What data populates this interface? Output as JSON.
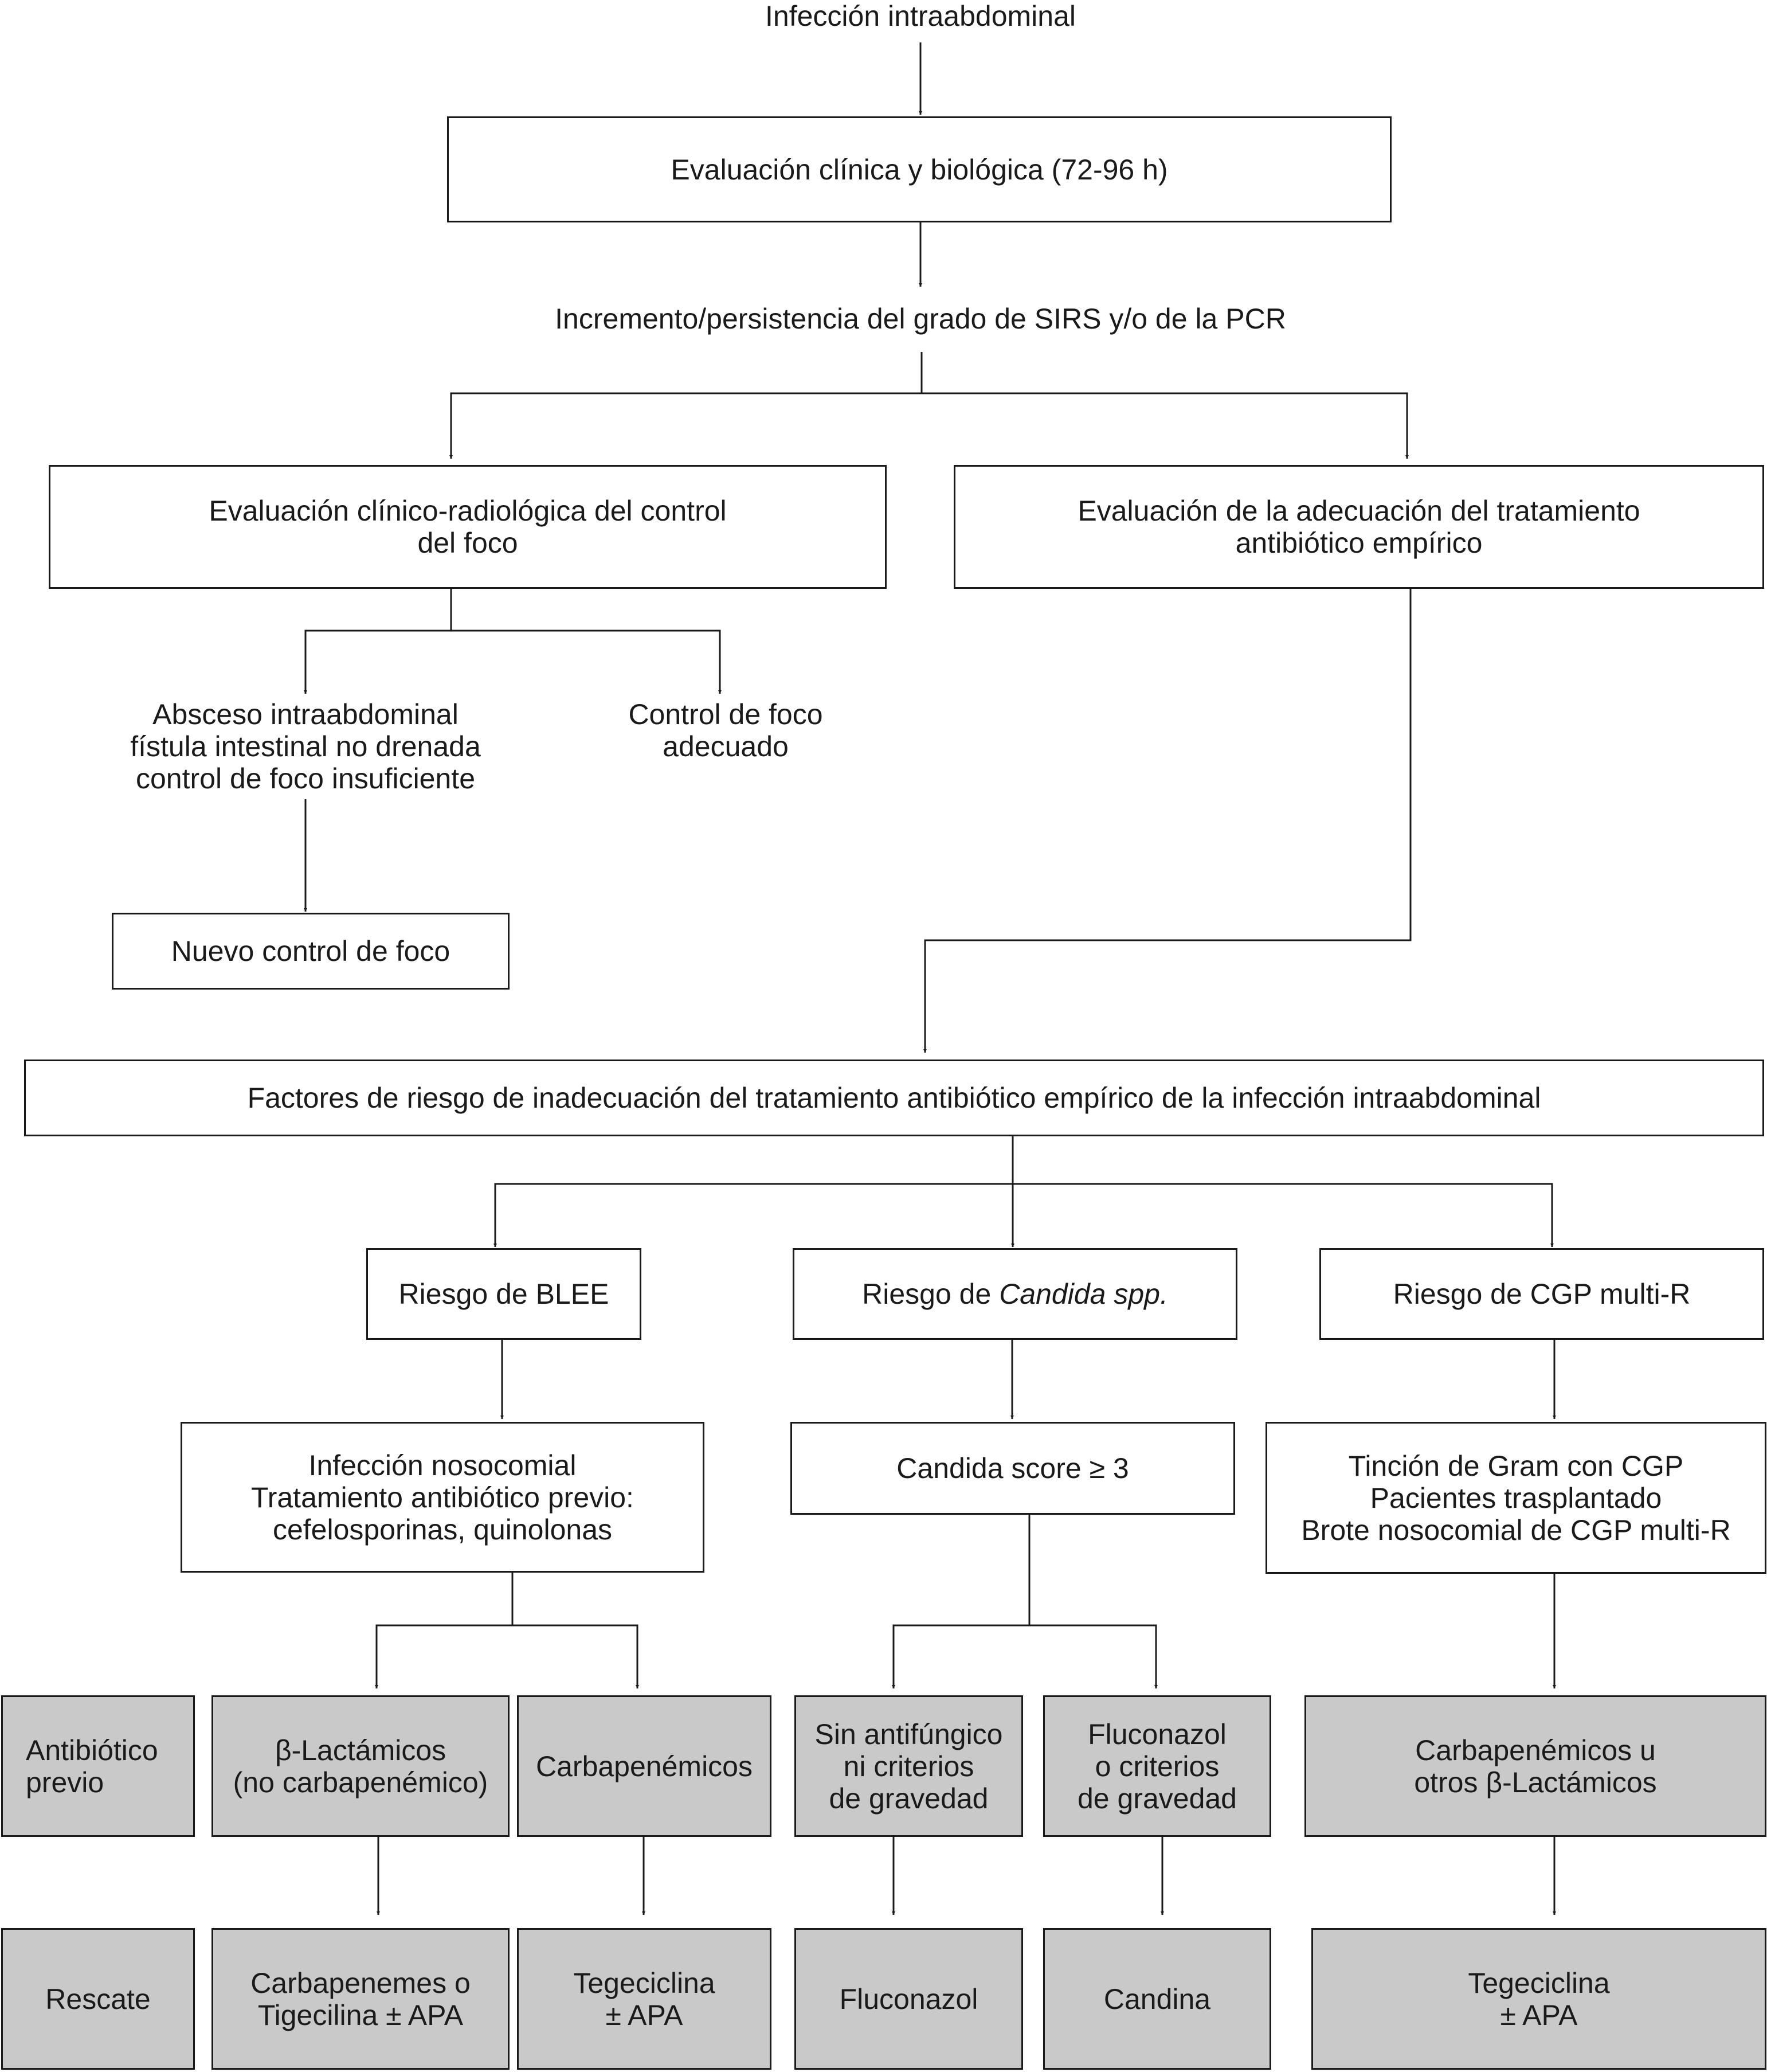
{
  "start": {
    "lines": [
      "Infección intraabdominal"
    ]
  },
  "evaluacion": {
    "lines": [
      "Evaluación clínica y biológica (72-96 h)"
    ]
  },
  "incremento": {
    "lines": [
      "Incremento/persistencia del grado de SIRS y/o de la PCR"
    ]
  },
  "eval_foco": {
    "lines": [
      "Evaluación clínico-radiológica del control",
      "del foco"
    ]
  },
  "eval_trat": {
    "lines": [
      "Evaluación de la adecuación del tratamiento",
      "antibiótico empírico"
    ]
  },
  "absceso": {
    "lines": [
      "Absceso intraabdominal",
      "fístula intestinal no drenada",
      "control de foco insuficiente"
    ]
  },
  "control_adecuado": {
    "lines": [
      "Control de foco",
      "adecuado"
    ]
  },
  "nuevo_control": {
    "lines": [
      "Nuevo control de foco"
    ]
  },
  "factores": {
    "lines": [
      "Factores de riesgo de inadecuación del tratamiento antibiótico empírico de la infección intraabdominal"
    ]
  },
  "blee": {
    "lines": [
      "Riesgo de BLEE"
    ]
  },
  "candida": {
    "prefix": "Riesgo de ",
    "italic": "Candida spp."
  },
  "cgp": {
    "lines": [
      "Riesgo de CGP multi-R"
    ]
  },
  "blee_criterios": {
    "lines": [
      "Infección nosocomial",
      "Tratamiento antibiótico previo:",
      "cefelosporinas, quinolonas"
    ]
  },
  "candida_score": {
    "lines": [
      "Candida score ≥ 3"
    ]
  },
  "cgp_criterios": {
    "lines": [
      "Tinción de Gram con CGP",
      "Pacientes trasplantado",
      "Brote nosocomial de CGP multi-R"
    ]
  },
  "row1": {
    "antibiotico_previo": {
      "lines": [
        "Antibiótico",
        "previo"
      ]
    },
    "betalactamicos": {
      "lines": [
        "β-Lactámicos",
        "(no carbapenémico)"
      ]
    },
    "carbapenemicos": {
      "lines": [
        "Carbapenémicos"
      ]
    },
    "sin_antifungico": {
      "lines": [
        "Sin antifúngico",
        "ni criterios",
        "de gravedad"
      ]
    },
    "fluconazol_criterios": {
      "lines": [
        "Fluconazol",
        "o criterios",
        "de gravedad"
      ]
    },
    "carbapenemicos_otros": {
      "lines": [
        "Carbapenémicos u",
        "otros β-Lactámicos"
      ]
    }
  },
  "row2": {
    "rescate": {
      "lines": [
        "Rescate"
      ]
    },
    "carbapenemes_tigecilina": {
      "lines": [
        "Carbapenemes o",
        "Tigecilina ± APA"
      ]
    },
    "tegeciclina_1": {
      "lines": [
        "Tegeciclina",
        "± APA"
      ]
    },
    "fluconazol": {
      "lines": [
        "Fluconazol"
      ]
    },
    "candina": {
      "lines": [
        "Candina"
      ]
    },
    "tegeciclina_2": {
      "lines": [
        "Tegeciclina",
        "± APA"
      ]
    }
  }
}
